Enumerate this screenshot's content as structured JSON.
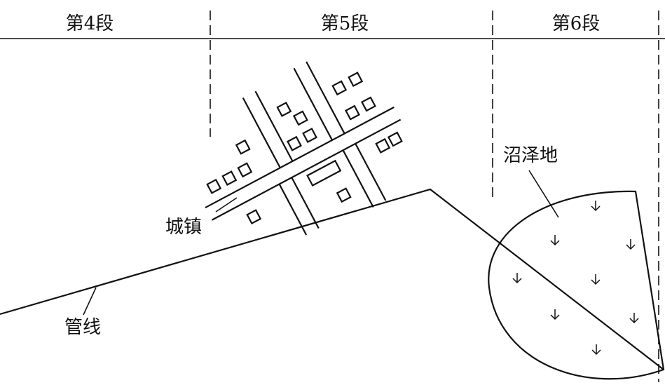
{
  "segments": {
    "seg4": "第4段",
    "seg5": "第5段",
    "seg6": "第6段"
  },
  "labels": {
    "swamp": "沼泽地",
    "town": "城镇",
    "pipeline": "管线"
  },
  "marsh_marker": "↓",
  "colors": {
    "line": "#111111",
    "background": "#ffffff"
  }
}
